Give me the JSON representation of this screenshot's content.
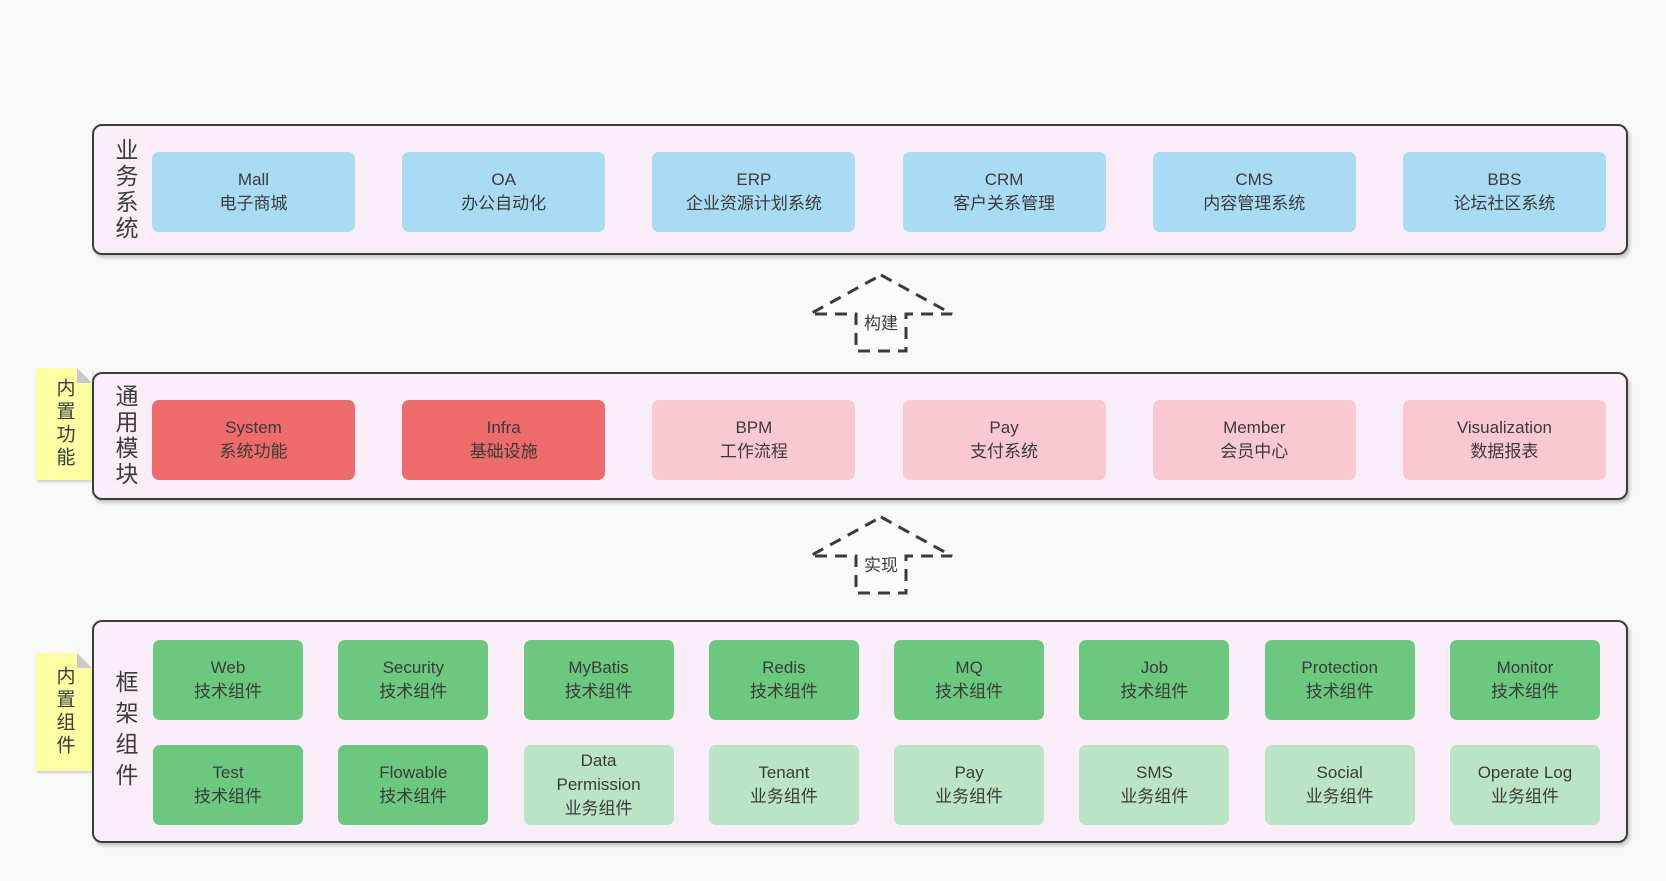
{
  "diagram": {
    "layers": [
      {
        "id": "business-systems",
        "label": "业务系统",
        "boxes": [
          {
            "name": "Mall",
            "desc": "电子商城",
            "variant": "blue"
          },
          {
            "name": "OA",
            "desc": "办公自动化",
            "variant": "blue"
          },
          {
            "name": "ERP",
            "desc": "企业资源计划系统",
            "variant": "blue"
          },
          {
            "name": "CRM",
            "desc": "客户关系管理",
            "variant": "blue"
          },
          {
            "name": "CMS",
            "desc": "内容管理系统",
            "variant": "blue"
          },
          {
            "name": "BBS",
            "desc": "论坛社区系统",
            "variant": "blue"
          }
        ]
      },
      {
        "id": "common-modules",
        "label": "通用模块",
        "note": "内置功能",
        "boxes": [
          {
            "name": "System",
            "desc": "系统功能",
            "variant": "red"
          },
          {
            "name": "Infra",
            "desc": "基础设施",
            "variant": "red"
          },
          {
            "name": "BPM",
            "desc": "工作流程",
            "variant": "pink"
          },
          {
            "name": "Pay",
            "desc": "支付系统",
            "variant": "pink"
          },
          {
            "name": "Member",
            "desc": "会员中心",
            "variant": "pink"
          },
          {
            "name": "Visualization",
            "desc": "数据报表",
            "variant": "pink"
          }
        ]
      },
      {
        "id": "framework-components",
        "label": "框架组件",
        "note": "内置组件",
        "rows": [
          [
            {
              "name": "Web",
              "desc": "技术组件",
              "variant": "green"
            },
            {
              "name": "Security",
              "desc": "技术组件",
              "variant": "green"
            },
            {
              "name": "MyBatis",
              "desc": "技术组件",
              "variant": "green"
            },
            {
              "name": "Redis",
              "desc": "技术组件",
              "variant": "green"
            },
            {
              "name": "MQ",
              "desc": "技术组件",
              "variant": "green"
            },
            {
              "name": "Job",
              "desc": "技术组件",
              "variant": "green"
            },
            {
              "name": "Protection",
              "desc": "技术组件",
              "variant": "green"
            },
            {
              "name": "Monitor",
              "desc": "技术组件",
              "variant": "green"
            }
          ],
          [
            {
              "name": "Test",
              "desc": "技术组件",
              "variant": "green"
            },
            {
              "name": "Flowable",
              "desc": "技术组件",
              "variant": "green"
            },
            {
              "name": "Data Permission",
              "desc": "业务组件",
              "variant": "lightgreen"
            },
            {
              "name": "Tenant",
              "desc": "业务组件",
              "variant": "lightgreen"
            },
            {
              "name": "Pay",
              "desc": "业务组件",
              "variant": "lightgreen"
            },
            {
              "name": "SMS",
              "desc": "业务组件",
              "variant": "lightgreen"
            },
            {
              "name": "Social",
              "desc": "业务组件",
              "variant": "lightgreen"
            },
            {
              "name": "Operate Log",
              "desc": "业务组件",
              "variant": "lightgreen"
            }
          ]
        ]
      }
    ],
    "arrows": [
      {
        "label": "构建"
      },
      {
        "label": "实现"
      }
    ],
    "colors": {
      "blue": "#a9dbf4",
      "red": "#ee6b6b",
      "pink": "#f9c8d2",
      "green": "#6cc87e",
      "lightGreen": "#bae4c5",
      "containerBg": "#f9eef8",
      "noteYellow": "#fdfda3",
      "foldGray": "#c8c8c8",
      "borderColor": "#3d3d3d"
    }
  }
}
